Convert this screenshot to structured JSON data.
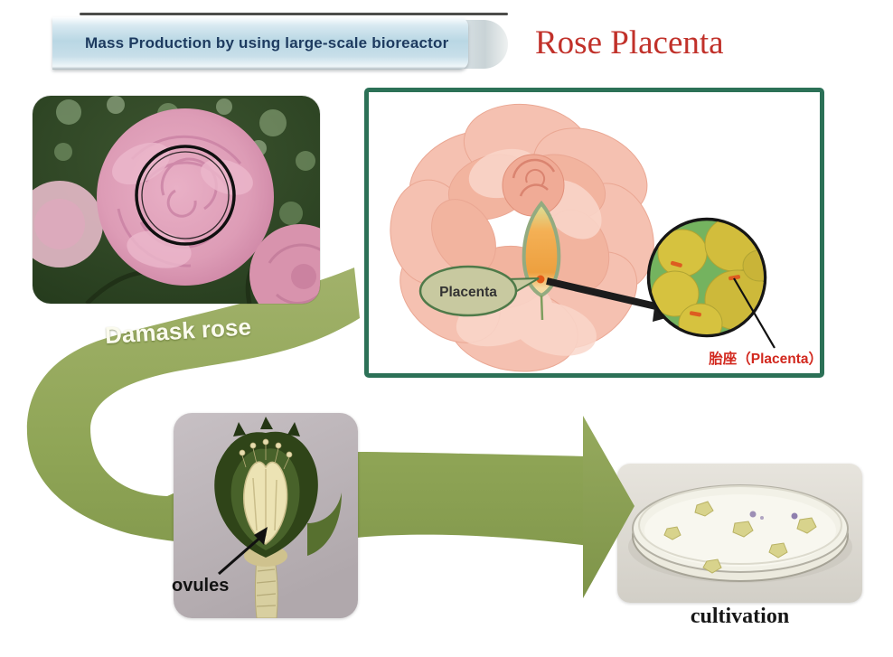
{
  "banner": {
    "label": "Mass Production by using large-scale bioreactor"
  },
  "title": {
    "text": "Rose Placenta"
  },
  "damask": {
    "caption": "Damask rose"
  },
  "diagram": {
    "bubble_label": "Placenta",
    "magnified_caption": "胎座（Placenta）"
  },
  "ovules": {
    "label": "ovules"
  },
  "cultivation": {
    "caption": "cultivation"
  },
  "colors": {
    "title_red": "#c1312a",
    "banner_blue": "#b9d7e4",
    "banner_text": "#1d3a5f",
    "ribbon_green": "#93a758",
    "box_border_green": "#2c7157",
    "magnifier_green": "#74b35f",
    "ovule_yellow": "#d6c23f",
    "label_red": "#d2281e"
  }
}
